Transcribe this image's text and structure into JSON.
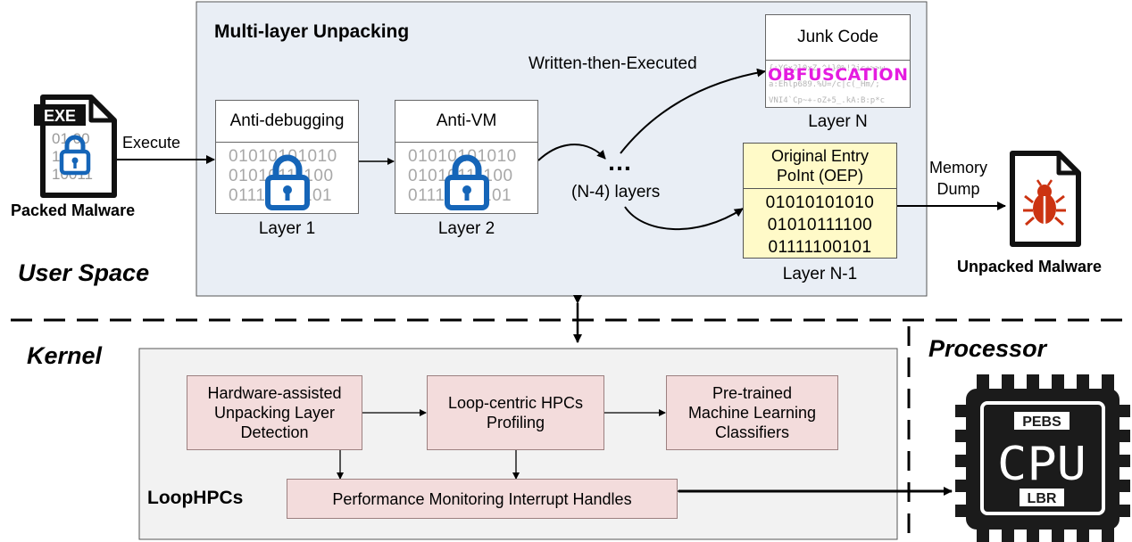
{
  "regions": {
    "user_space": "User Space",
    "kernel": "Kernel",
    "processor": "Processor"
  },
  "unpacking_panel": {
    "title": "Multi-layer Unpacking",
    "layer1": {
      "header": "Anti-debugging",
      "bits": [
        "01010101010",
        "01010111100",
        "01111100101"
      ],
      "caption": "Layer 1"
    },
    "layer2": {
      "header": "Anti-VM",
      "bits": [
        "01010101010",
        "01010111100",
        "01111100101"
      ],
      "caption": "Layer 2"
    },
    "ellipsis": "…",
    "middle_layers": "(N-4) layers",
    "written_then_executed": "Written-then-Executed",
    "layerN": {
      "header": "Junk Code",
      "junk_lines": [
        "{;YGx2l0xZ-^!}0%!2ic+>>w",
        "a:Ehlp689.%U=/c|c(_Hm/;",
        "VNI4`Cp~+-oZ+5_.kA:B:p*c"
      ],
      "obfuscation": "OBFUSCATION",
      "caption": "Layer N"
    },
    "layerN1": {
      "header": "Original Entry\nPoInt (OEP)",
      "bits": [
        "01010101010",
        "01010111100",
        "01111100101"
      ],
      "caption": "Layer N-1"
    }
  },
  "packed_malware": {
    "tag": "EXE",
    "bits": [
      "01  00",
      "10   1",
      "10011"
    ],
    "label": "Packed Malware"
  },
  "execute_label": "Execute",
  "memory_dump_label": "Memory\nDump",
  "unpacked_malware": {
    "label": "Unpacked Malware"
  },
  "kernel_panel": {
    "detection": "Hardware-assisted\nUnpacking Layer\nDetection",
    "profiling": "Loop-centric HPCs\nProfiling",
    "classifiers": "Pre-trained\nMachine Learning\nClassifiers",
    "pmi_handles": "Performance Monitoring Interrupt Handles",
    "name": "LoopHPCs"
  },
  "cpu": {
    "top": "PEBS",
    "middle": "CPU",
    "bottom": "LBR"
  },
  "colors": {
    "lock_blue": "#1565b8",
    "panel_bg": "#e9eef5",
    "kernel_bg": "#f2f2f2",
    "pink_box": "#f3dcdc",
    "oep_yellow": "#fffac8",
    "obfuscation": "#e51ce0"
  }
}
